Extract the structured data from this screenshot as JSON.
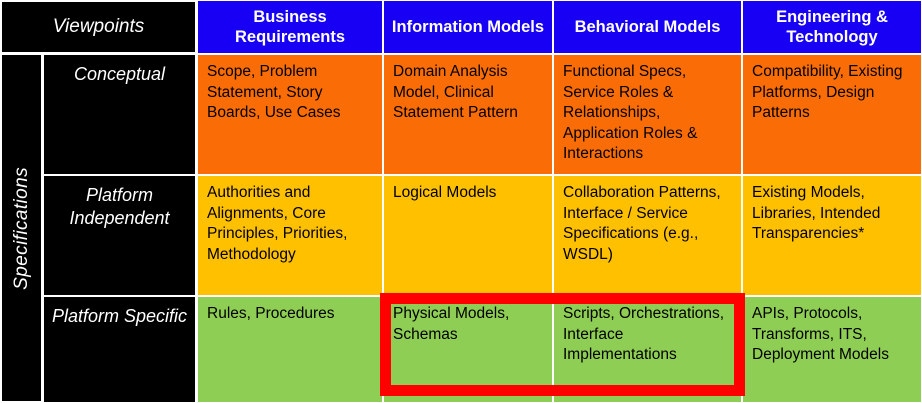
{
  "matrix": {
    "corner_label": "Viewpoints",
    "spine_label": "Specifications",
    "columns": [
      {
        "id": "business-requirements",
        "label": "Business Requirements"
      },
      {
        "id": "information-models",
        "label": "Information Models"
      },
      {
        "id": "behavioral-models",
        "label": "Behavioral Models"
      },
      {
        "id": "engineering-technology",
        "label": "Engineering & Technology"
      }
    ],
    "rows": [
      {
        "id": "conceptual",
        "label": "Conceptual",
        "tone": "conceptual",
        "color": "#f96c06",
        "cells": [
          "Scope, Problem Statement, Story Boards, Use Cases",
          "Domain Analysis Model, Clinical Statement Pattern",
          "Functional Specs, Service Roles & Relationships, Application Roles & Interactions",
          "Compatibility, Existing Platforms, Design Patterns"
        ]
      },
      {
        "id": "platform-independent",
        "label": "Platform Independent",
        "tone": "independent",
        "color": "#ffc000",
        "cells": [
          "Authorities and Alignments,  Core Principles, Priorities, Methodology",
          "Logical Models",
          "Collaboration Patterns, Interface / Service Specifications (e.g., WSDL)",
          "Existing Models, Libraries, Intended Transparencies*"
        ]
      },
      {
        "id": "platform-specific",
        "label": "Platform Specific",
        "tone": "specific",
        "color": "#8fce54",
        "cells": [
          "Rules, Procedures",
          "Physical Models, Schemas",
          "Scripts, Orchestrations, Interface Implementations",
          "APIs, Protocols, Transforms, ITS, Deployment Models"
        ]
      }
    ],
    "highlight": {
      "color": "#ff0000",
      "covers": "platform-specific / information-models + behavioral-models"
    },
    "colors": {
      "header_blue": "#1700f4",
      "label_black": "#000000",
      "grid_white": "#ffffff"
    }
  }
}
